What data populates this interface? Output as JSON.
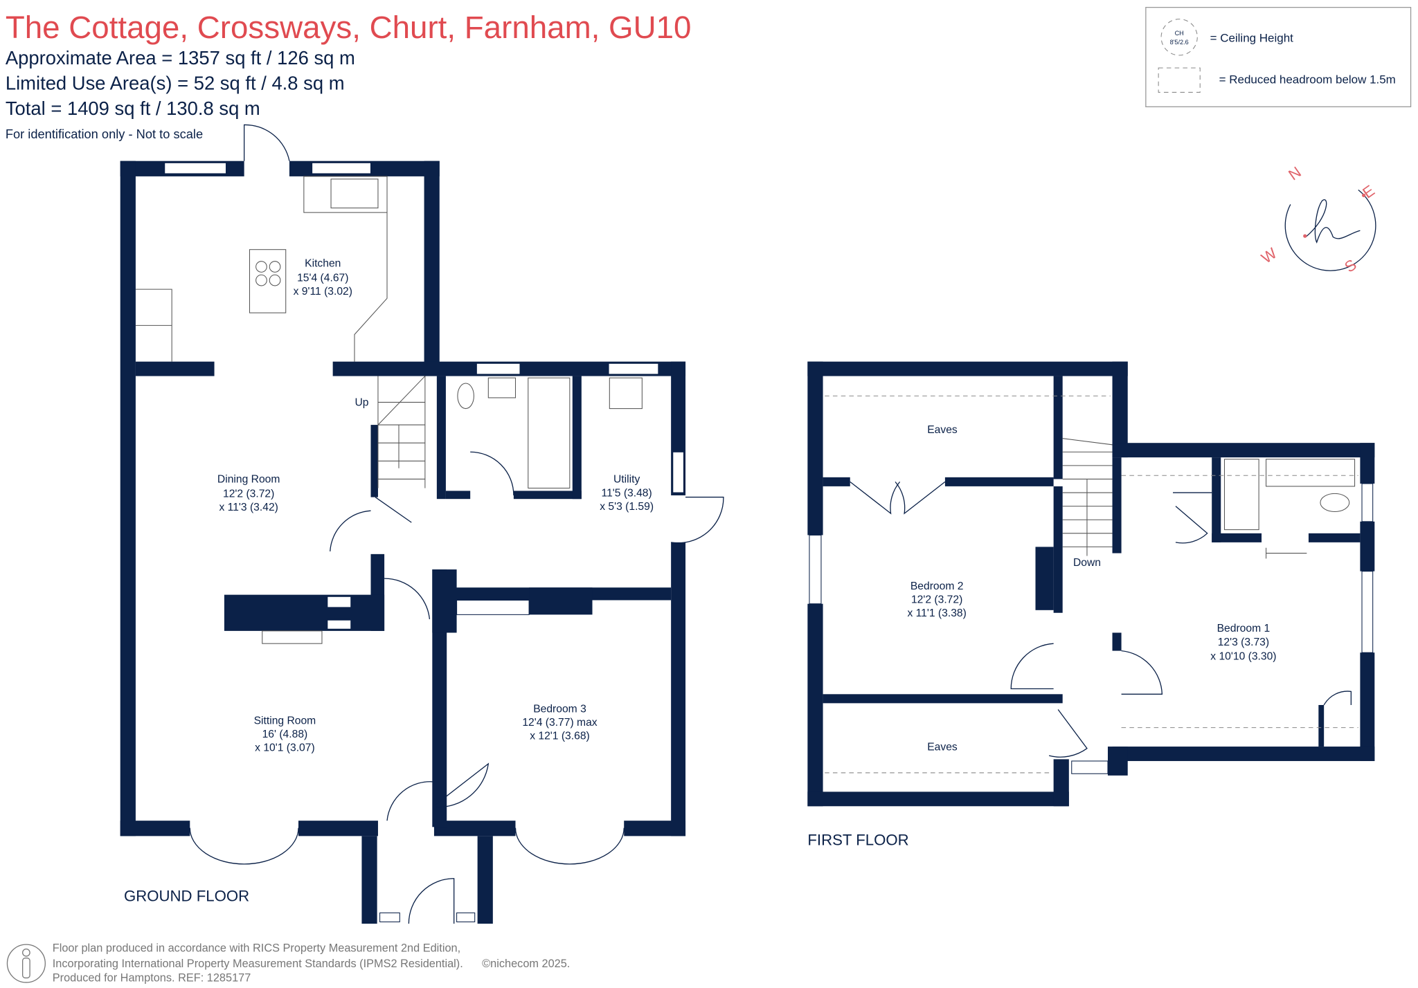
{
  "header": {
    "title": "The Cottage, Crossways, Churt, Farnham, GU10",
    "approx_area": "Approximate Area = 1357 sq ft / 126 sq m",
    "limited_use": "Limited Use Area(s) = 52 sq ft / 4.8 sq m",
    "total": "Total = 1409 sq ft / 130.8 sq m",
    "disclaimer": "For identification only - Not to scale"
  },
  "legend": {
    "ch_symbol": "CH",
    "ch_value": "8'5/2.6",
    "ceiling_label": "= Ceiling Height",
    "reduced_label": "= Reduced headroom below 1.5m"
  },
  "compass": {
    "n": "N",
    "e": "E",
    "s": "S",
    "w": "W",
    "logo": "h"
  },
  "ground_floor": {
    "label": "GROUND FLOOR",
    "stairs_label": "Up",
    "rooms": [
      {
        "name": "Kitchen",
        "dim1": "15'4 (4.67)",
        "dim2": "x 9'11 (3.02)"
      },
      {
        "name": "Dining Room",
        "dim1": "12'2 (3.72)",
        "dim2": "x 11'3 (3.42)"
      },
      {
        "name": "Utility",
        "dim1": "11'5 (3.48)",
        "dim2": "x 5'3 (1.59)"
      },
      {
        "name": "Sitting Room",
        "dim1": "16' (4.88)",
        "dim2": "x 10'1 (3.07)"
      },
      {
        "name": "Bedroom 3",
        "dim1": "12'4 (3.77) max",
        "dim2": "x 12'1 (3.68)"
      }
    ]
  },
  "first_floor": {
    "label": "FIRST FLOOR",
    "stairs_label": "Down",
    "eaves_top": "Eaves",
    "eaves_bottom": "Eaves",
    "rooms": [
      {
        "name": "Bedroom 2",
        "dim1": "12'2 (3.72)",
        "dim2": "x 11'1 (3.38)"
      },
      {
        "name": "Bedroom 1",
        "dim1": "12'3 (3.73)",
        "dim2": "x 10'10 (3.30)"
      }
    ]
  },
  "footer": {
    "line1": "Floor plan produced in accordance with RICS Property Measurement 2nd Edition,",
    "line2": "Incorporating International Property Measurement Standards (IPMS2 Residential).",
    "copyright": "©nichecom 2025.",
    "line3": "Produced for Hamptons.   REF:  1285177"
  },
  "colors": {
    "wall": "#0b2148",
    "accent": "#e04a50"
  }
}
